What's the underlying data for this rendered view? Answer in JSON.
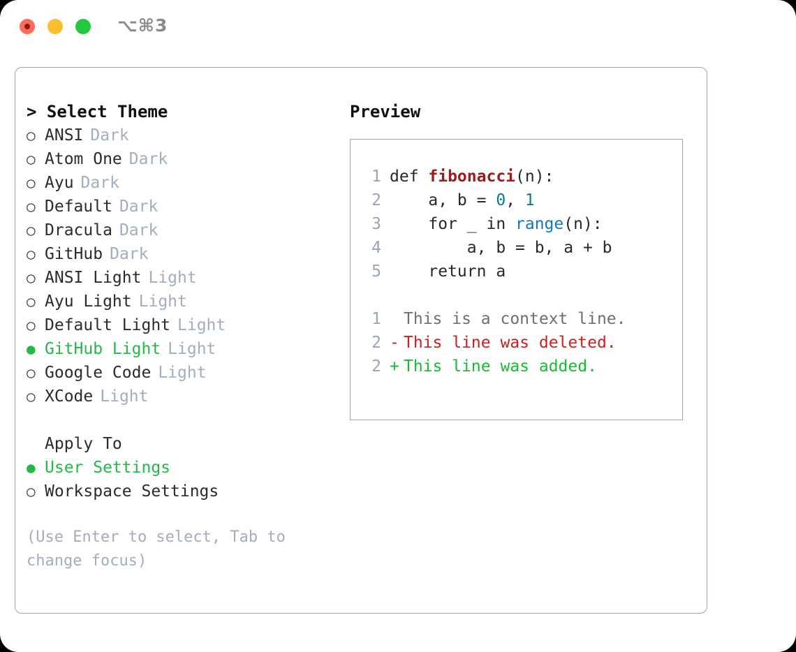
{
  "titlebar": {
    "shortcut": "⌥⌘3",
    "buttons": [
      {
        "name": "close",
        "color": "#fd6a5e"
      },
      {
        "name": "minimize",
        "color": "#fbbf2d"
      },
      {
        "name": "zoom",
        "color": "#22c93f"
      }
    ]
  },
  "colors": {
    "accent_green": "#21ba45",
    "muted": "#a3adbd",
    "border": "#9aa4b5",
    "text": "#2b2b2b",
    "diff_add": "#18bc32",
    "diff_del": "#cc1f1f",
    "diff_ctx": "#6f6f6f"
  },
  "theme_list": {
    "header": "> Select Theme",
    "items": [
      {
        "bullet": "○",
        "label": "ANSI",
        "badge": "Dark",
        "selected": false
      },
      {
        "bullet": "○",
        "label": "Atom One",
        "badge": "Dark",
        "selected": false
      },
      {
        "bullet": "○",
        "label": "Ayu",
        "badge": "Dark",
        "selected": false
      },
      {
        "bullet": "○",
        "label": "Default",
        "badge": "Dark",
        "selected": false
      },
      {
        "bullet": "○",
        "label": "Dracula",
        "badge": "Dark",
        "selected": false
      },
      {
        "bullet": "○",
        "label": "GitHub",
        "badge": "Dark",
        "selected": false
      },
      {
        "bullet": "○",
        "label": "ANSI Light",
        "badge": "Light",
        "selected": false
      },
      {
        "bullet": "○",
        "label": "Ayu Light",
        "badge": "Light",
        "selected": false
      },
      {
        "bullet": "○",
        "label": "Default Light",
        "badge": "Light",
        "selected": false
      },
      {
        "bullet": "●",
        "label": "GitHub Light",
        "badge": "Light",
        "selected": true
      },
      {
        "bullet": "○",
        "label": "Google Code",
        "badge": "Light",
        "selected": false
      },
      {
        "bullet": "○",
        "label": "XCode",
        "badge": "Light",
        "selected": false
      }
    ]
  },
  "apply_to": {
    "header": "Apply To",
    "items": [
      {
        "bullet": "●",
        "label": "User Settings",
        "selected": true
      },
      {
        "bullet": "○",
        "label": "Workspace Settings",
        "selected": false
      }
    ]
  },
  "hint": "(Use Enter to select, Tab to change focus)",
  "preview": {
    "title": "Preview",
    "code_lines": [
      {
        "num": "1",
        "tokens": [
          {
            "t": "def ",
            "k": "plain"
          },
          {
            "t": "fibonacci",
            "k": "func"
          },
          {
            "t": "(n):",
            "k": "plain"
          }
        ]
      },
      {
        "num": "2",
        "tokens": [
          {
            "t": "    a, b = ",
            "k": "plain"
          },
          {
            "t": "0",
            "k": "num"
          },
          {
            "t": ", ",
            "k": "plain"
          },
          {
            "t": "1",
            "k": "num"
          }
        ]
      },
      {
        "num": "3",
        "tokens": [
          {
            "t": "    for _ in ",
            "k": "plain"
          },
          {
            "t": "range",
            "k": "call"
          },
          {
            "t": "(n):",
            "k": "plain"
          }
        ]
      },
      {
        "num": "4",
        "tokens": [
          {
            "t": "        a, b = b, a + b",
            "k": "plain"
          }
        ]
      },
      {
        "num": "5",
        "tokens": [
          {
            "t": "    return a",
            "k": "plain"
          }
        ]
      }
    ],
    "diff_lines": [
      {
        "num": "1",
        "mark": " ",
        "text": "This is a context line.",
        "kind": "ctx"
      },
      {
        "num": "2",
        "mark": "-",
        "text": "This line was deleted.",
        "kind": "del"
      },
      {
        "num": "2",
        "mark": "+",
        "text": "This line was added.",
        "kind": "add"
      }
    ]
  }
}
